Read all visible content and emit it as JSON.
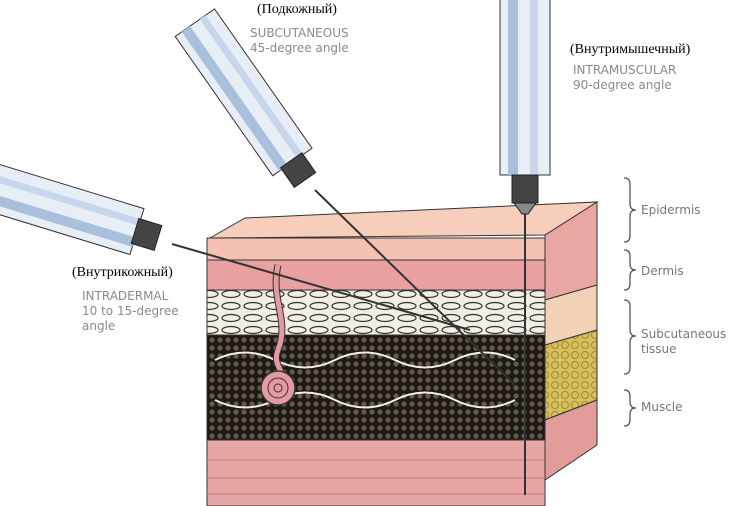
{
  "title": "Injection angles diagram",
  "injections": {
    "subcutaneous": {
      "ru": "(Подкожный)",
      "name": "SUBCUTANEOUS",
      "angle": "45-degree angle"
    },
    "intramuscular": {
      "ru": "(Внутримышечный)",
      "name": "INTRAMUSCULAR",
      "angle": "90-degree angle"
    },
    "intradermal": {
      "ru": "(Внутрикожный)",
      "name": "INTRADERMAL",
      "angle_line1": "10 to 15-degree",
      "angle_line2": "angle"
    }
  },
  "layers": {
    "epidermis": "Epidermis",
    "dermis": "Dermis",
    "subcutaneous_1": "Subcutaneous",
    "subcutaneous_2": "tissue",
    "muscle": "Muscle"
  },
  "colors": {
    "barrel": "#a9c0dd",
    "epidermis": "#f2b9a8",
    "dermis": "#e89a98",
    "fat": "#d8b84a",
    "muscle": "#e5a3a3"
  }
}
